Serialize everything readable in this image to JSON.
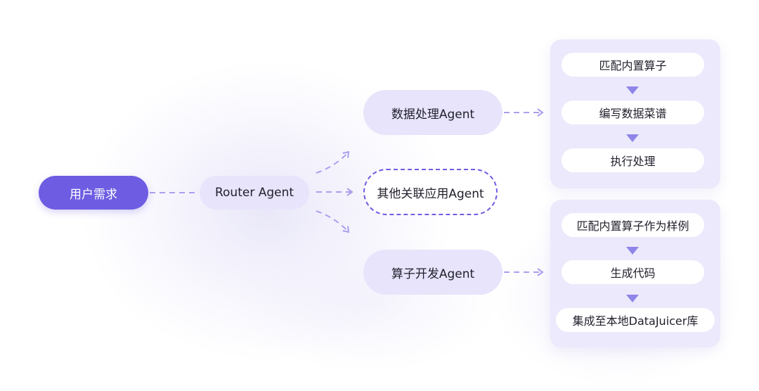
{
  "diagram": {
    "user_need": "用户需求",
    "router": "Router Agent",
    "agents": {
      "data_processing": "数据处理Agent",
      "other_related": "其他关联应用Agent",
      "operator_dev": "算子开发Agent"
    },
    "data_processing_steps": [
      "匹配内置算子",
      "编写数据菜谱",
      "执行处理"
    ],
    "operator_dev_steps": [
      "匹配内置算子作为样例",
      "生成代码",
      "集成至本地DataJuicer库"
    ],
    "colors": {
      "accent": "#6e5de2",
      "node_fill": "#e7e4fb",
      "panel_fill": "#ebe9fb",
      "connector": "#a9a0ee"
    }
  }
}
